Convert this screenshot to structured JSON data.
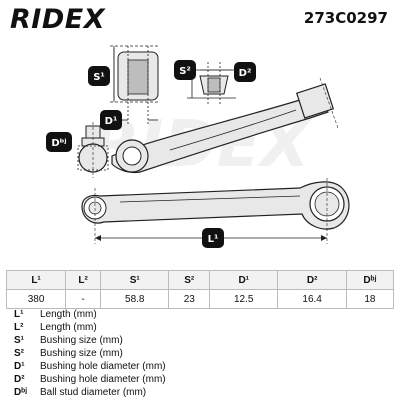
{
  "header": {
    "brand": "RIDEX",
    "part_number": "273C0297"
  },
  "watermark": "RIDEX",
  "drawing_labels": {
    "s1": "S¹",
    "s2": "S²",
    "d1": "D¹",
    "d2": "D²",
    "dbj": "Dᵇʲ",
    "l1": "L¹"
  },
  "spec_table": {
    "headers": [
      "L¹",
      "L²",
      "S¹",
      "S²",
      "D¹",
      "D²",
      "Dᵇʲ"
    ],
    "values": [
      "380",
      "-",
      "58.8",
      "23",
      "12.5",
      "16.4",
      "18"
    ]
  },
  "legend": [
    {
      "symbol": "L¹",
      "description": "Length (mm)"
    },
    {
      "symbol": "L²",
      "description": "Length (mm)"
    },
    {
      "symbol": "S¹",
      "description": "Bushing size (mm)"
    },
    {
      "symbol": "S²",
      "description": "Bushing size (mm)"
    },
    {
      "symbol": "D¹",
      "description": "Bushing hole diameter (mm)"
    },
    {
      "symbol": "D²",
      "description": "Bushing hole diameter (mm)"
    },
    {
      "symbol": "Dᵇʲ",
      "description": "Ball stud diameter (mm)"
    }
  ],
  "colors": {
    "label_bg": "#111111",
    "label_text": "#ffffff",
    "line": "#222222",
    "part_fill": "#e8e8e8"
  }
}
